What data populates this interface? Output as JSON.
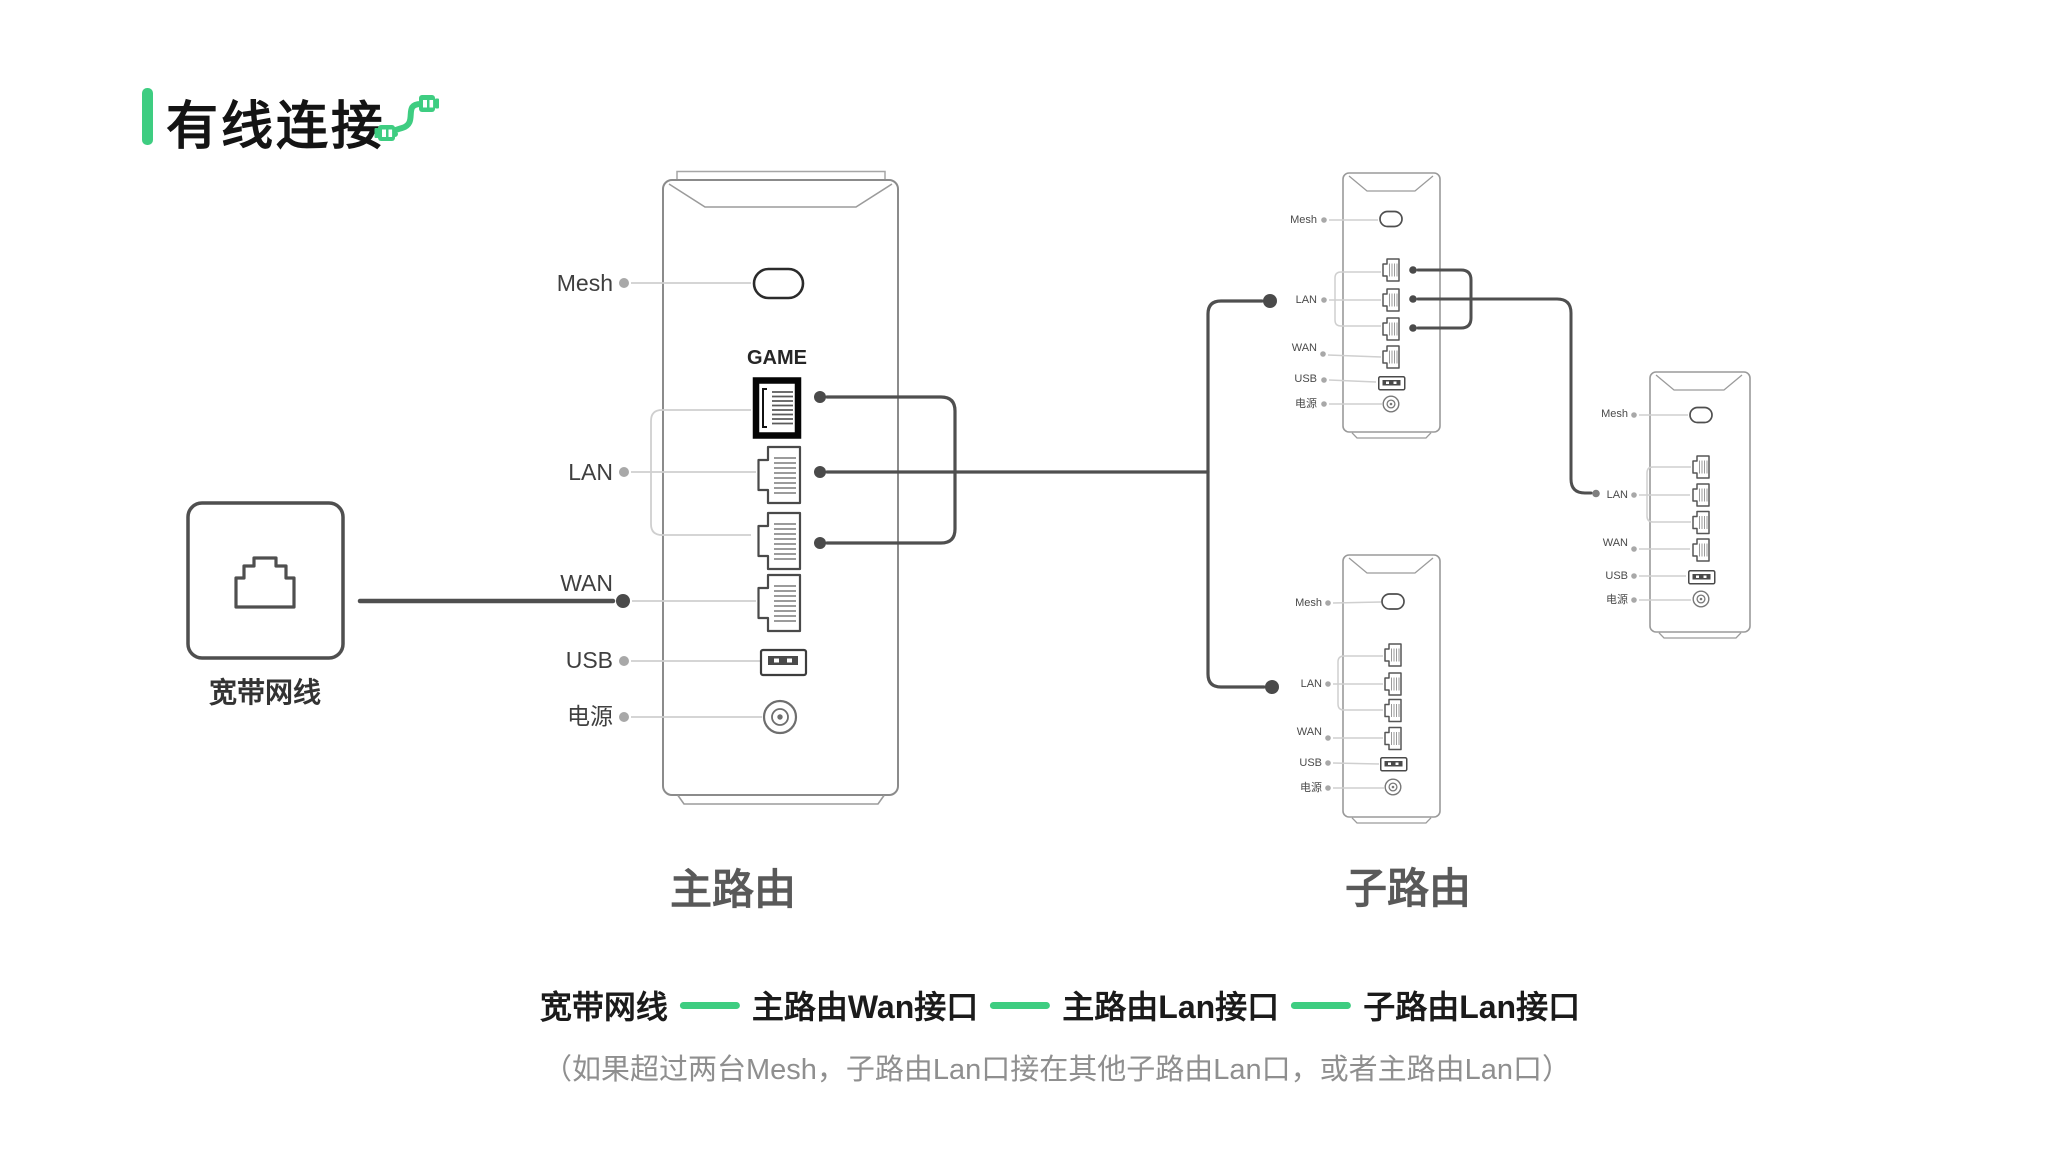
{
  "title": {
    "text": "有线连接"
  },
  "broadband": {
    "label": "宽带网线"
  },
  "captions": {
    "main_router": "主路由",
    "sub_router": "子路由"
  },
  "port_labels": {
    "mesh": "Mesh",
    "game": "GAME",
    "lan": "LAN",
    "wan": "WAN",
    "usb": "USB",
    "power": "电源"
  },
  "legend": {
    "item_broadband": "宽带网线",
    "item_main_wan": "主路由Wan接口",
    "item_main_lan": "主路由Lan接口",
    "item_sub_lan": "子路由Lan接口",
    "note": "（如果超过两台Mesh，子路由Lan口接在其他子路由Lan口，或者主路由Lan口）"
  },
  "colors": {
    "accent_green": "#3ecd81",
    "cable_dark": "#4f4f4f",
    "label_line_light": "#cfcfcf"
  }
}
